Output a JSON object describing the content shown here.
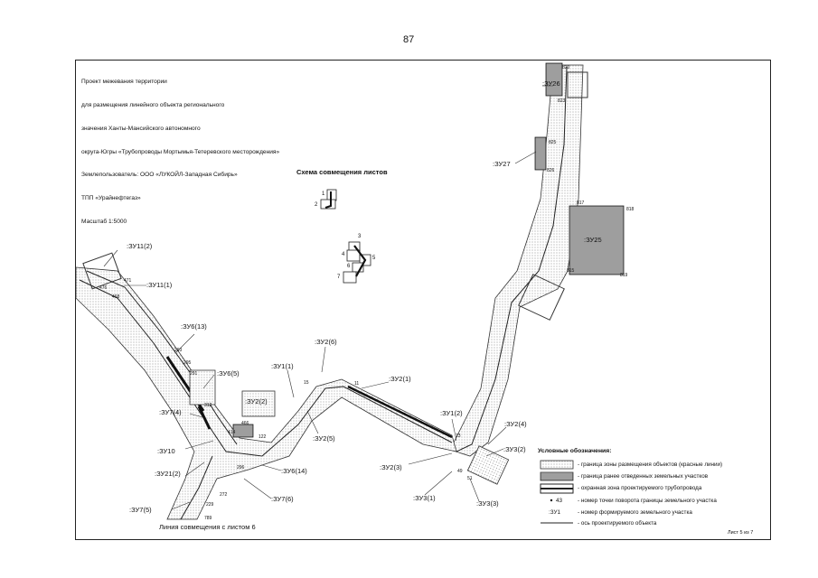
{
  "page_number": "87",
  "header_lines": [
    "Проект межевания территории",
    "для размещения линейного объекта регионального",
    "значения Ханты-Мансийского автономного",
    "округа-Югры «Трубопроводы Мортымья-Тетеревского месторождения»",
    "Землепользователь: ООО «ЛУКОЙЛ-Западная Сибирь»",
    "ТПП «Урайнефтегаз»",
    "Масштаб 1:5000"
  ],
  "schema_title": "Схема совмещения листов",
  "schema_sheets": [
    "1",
    "2",
    "3",
    "4",
    "5",
    "6",
    "7"
  ],
  "parcel_labels": {
    "zu26": ":ЗУ26",
    "zu27": ":ЗУ27",
    "zu25": ":ЗУ25",
    "zu11_2": ":ЗУ11(2)",
    "zu11_1": ":ЗУ11(1)",
    "zu6_13": ":ЗУ6(13)",
    "zu6_5": ":ЗУ6(5)",
    "zu2_6": ":ЗУ2(6)",
    "zu1_1": ":ЗУ1(1)",
    "zu2_1": ":ЗУ2(1)",
    "zu2_2": ":ЗУ2(2)",
    "zu7_4": ":ЗУ7(4)",
    "zu2_5": ":ЗУ2(5)",
    "zu10": ":ЗУ10",
    "zu1_2": ":ЗУ1(2)",
    "zu2_4": ":ЗУ2(4)",
    "zu3_2": ":ЗУ3(2)",
    "zu2_3": ":ЗУ2(3)",
    "zu21_2": ":ЗУ21(2)",
    "zu6_14": ":ЗУ6(14)",
    "zu3_1": ":ЗУ3(1)",
    "zu3_3": ":ЗУ3(3)",
    "zu7_6": ":ЗУ7(6)",
    "zu7_5": ":ЗУ7(5)"
  },
  "point_numbers": {
    "p820": "820",
    "p823": "823",
    "p825": "825",
    "p826": "826",
    "p817": "817",
    "p818": "818",
    "p815": "815",
    "p819": "819",
    "p471": "471",
    "p476": "476",
    "p468": "468",
    "p293": "293",
    "p295": "295",
    "p291": "291",
    "p312": "312",
    "p466": "466",
    "p414": "414",
    "p122": "122",
    "p296": "296",
    "p229": "229",
    "p789": "789",
    "p272": "272",
    "p15": "15",
    "p11": "11",
    "p13": "13",
    "p49": "49",
    "p51": "51"
  },
  "bottom_caption": "Линия совмещения с листом 6",
  "legend": {
    "title": "Условные обозначения:",
    "items": [
      "- граница зоны размещения объектов (красные линии)",
      "- граница ранее отведенных земельных участков",
      "- охранная зона проектируемого трубопровода",
      "- номер точки поворота границы земельного участка",
      "- номер формируемого земельного участка",
      "- ось проектируемого объекта"
    ],
    "sample_point": "43",
    "sample_parcel": ":ЗУ1"
  },
  "sheet_label": "Лист 5 из 7"
}
